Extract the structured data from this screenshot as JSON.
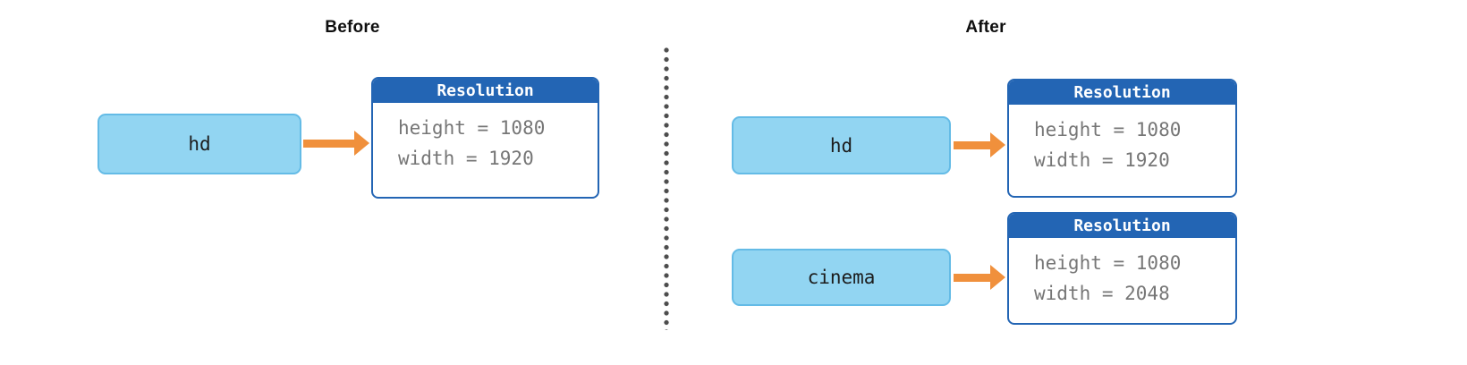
{
  "colors": {
    "instance_fill": "#92d5f2",
    "instance_border": "#64bbe6",
    "struct_blue": "#2365b4",
    "arrow_orange": "#f0903c",
    "field_gray": "#767676",
    "divider_dot": "#4d4d4d"
  },
  "before": {
    "title": "Before",
    "rows": [
      {
        "variable": "hd",
        "struct_name": "Resolution",
        "fields": [
          "height = 1080",
          "width = 1920"
        ]
      }
    ]
  },
  "after": {
    "title": "After",
    "rows": [
      {
        "variable": "hd",
        "struct_name": "Resolution",
        "fields": [
          "height = 1080",
          "width = 1920"
        ]
      },
      {
        "variable": "cinema",
        "struct_name": "Resolution",
        "fields": [
          "height = 1080",
          "width = 2048"
        ]
      }
    ]
  }
}
